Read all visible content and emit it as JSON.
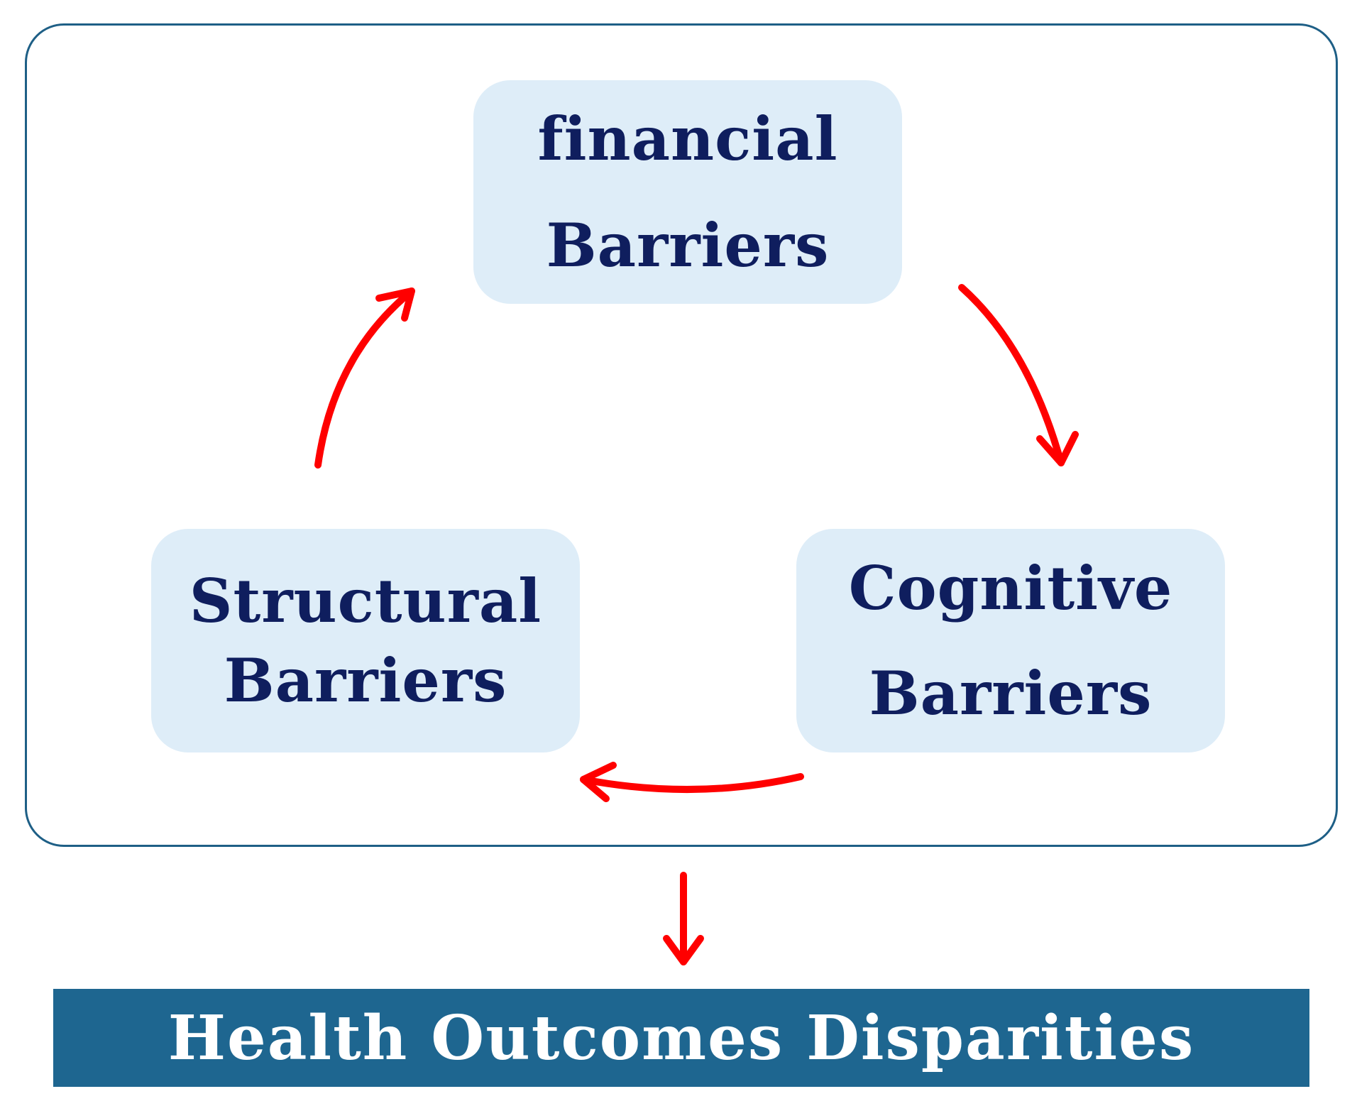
{
  "colors": {
    "frame_border": "#1e5f86",
    "node_fill": "#deedf8",
    "node_text": "#0f1e5e",
    "arrow": "#ff0000",
    "outcome_fill": "#1e6690",
    "outcome_text": "#ffffff"
  },
  "cycle": {
    "nodes": [
      {
        "lines": [
          "financial",
          "Barriers"
        ]
      },
      {
        "lines": [
          "Cognitive",
          "Barriers"
        ]
      },
      {
        "lines": [
          "Structural",
          "Barriers"
        ]
      }
    ],
    "direction": "clockwise"
  },
  "outcome": {
    "label": "Health Outcomes Disparities"
  }
}
